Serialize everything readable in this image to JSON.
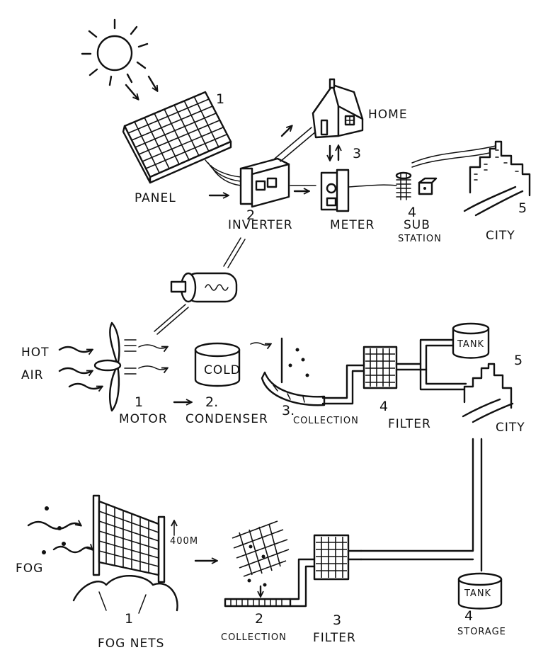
{
  "solar": {
    "panel_num": "1",
    "panel_label": "PANEL",
    "inverter_num": "2",
    "inverter_label": "INVERTER",
    "home_label": "HOME",
    "meter_num": "3",
    "meter_label": "METER",
    "substation_num": "4",
    "substation_label_1": "SUB",
    "substation_label_2": "STATION",
    "city_num": "5",
    "city_label": "CITY"
  },
  "air": {
    "hot_label": "HOT",
    "air_label": "AIR",
    "cold_label": "COLD",
    "motor_num": "1",
    "motor_label": "MOTOR",
    "condenser_num": "2.",
    "condenser_label": "CONDENSER",
    "collection_num": "3.",
    "collection_label": "COLLECTION",
    "filter_num": "4",
    "filter_label": "FILTER",
    "tank_label": "TANK",
    "city_num": "5",
    "city_label": "CITY"
  },
  "fog": {
    "fog_label": "FOG",
    "height_label": "400M",
    "nets_num": "1",
    "nets_label": "FOG NETS",
    "collection_num": "2",
    "collection_label": "COLLECTION",
    "filter_num": "3",
    "filter_label": "FILTER",
    "tank_label": "TANK",
    "storage_num": "4",
    "storage_label": "STORAGE"
  }
}
